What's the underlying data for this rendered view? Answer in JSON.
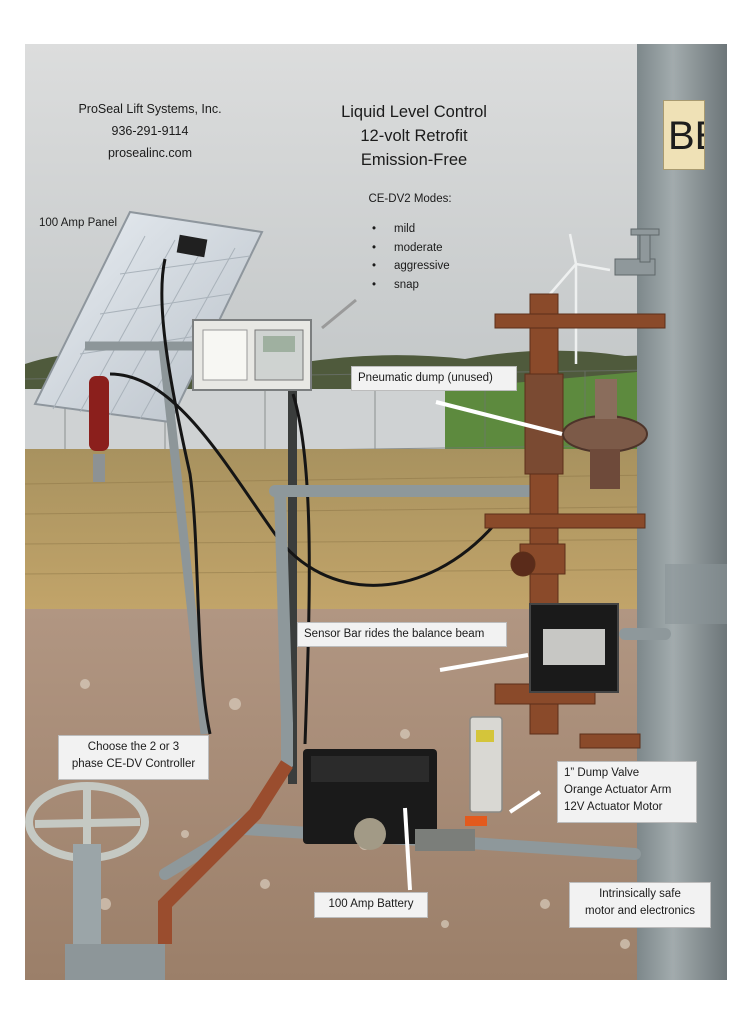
{
  "company": {
    "name": "ProSeal Lift Systems, Inc.",
    "phone": "936-291-9114",
    "website": "prosealinc.com"
  },
  "headline": {
    "line1": "Liquid Level Control",
    "line2": "12-volt Retrofit",
    "line3": "Emission-Free"
  },
  "modes": {
    "title": "CE-DV2 Modes:",
    "items": [
      "mild",
      "moderate",
      "aggressive",
      "snap"
    ]
  },
  "labels": {
    "solar_panel": "100 Amp Panel",
    "pneumatic_dump": "Pneumatic dump (unused)",
    "sensor_bar": "Sensor Bar rides the balance beam",
    "controller_line1": "Choose the 2 or 3",
    "controller_line2": "phase CE-DV Controller",
    "valve_line1": "1” Dump Valve",
    "valve_line2": "Orange Actuator Arm",
    "valve_line3": "12V Actuator Motor",
    "battery": "100 Amp Battery",
    "safe_line1": "Intrinsically safe",
    "safe_line2": "motor and electronics"
  },
  "tank_sign": "BE",
  "colors": {
    "sky": "#d6d8d8",
    "grass": "#b79a5e",
    "gravel": "#a88e78",
    "rust": "#8a4a2a",
    "pipe_gray": "#9aa3a6",
    "tank_gray": "#8f9a9d",
    "label_bg": "#f2f2f2"
  }
}
